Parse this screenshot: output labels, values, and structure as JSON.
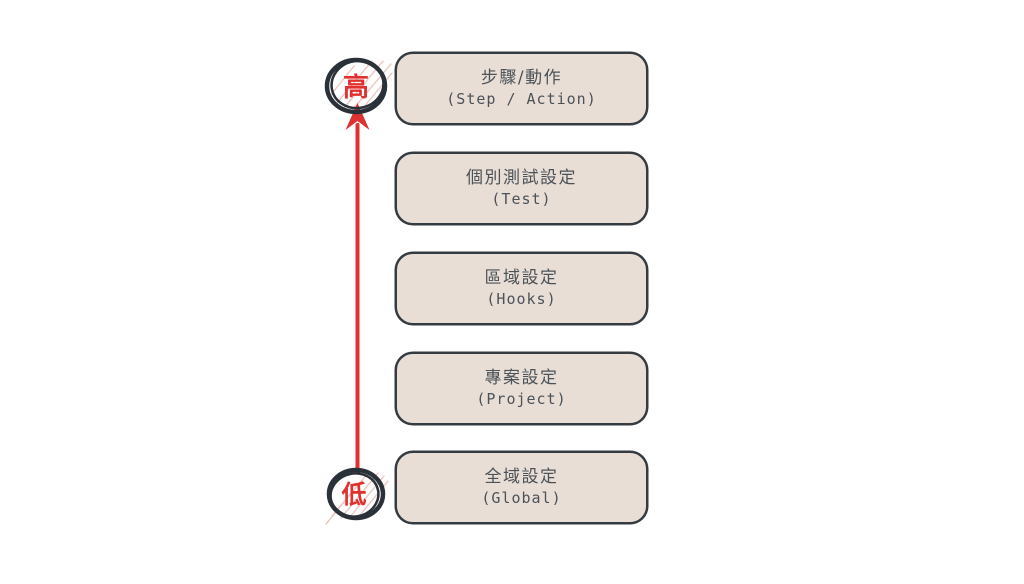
{
  "diagram": {
    "type": "priority-hierarchy",
    "nodes": [
      {
        "id": "step-action",
        "title_zh": "步驟/動作",
        "subtitle": "(Step / Action)"
      },
      {
        "id": "test",
        "title_zh": "個別測試設定",
        "subtitle": "(Test)"
      },
      {
        "id": "hooks",
        "title_zh": "區域設定",
        "subtitle": "(Hooks)"
      },
      {
        "id": "project",
        "title_zh": "專案設定",
        "subtitle": "(Project)"
      },
      {
        "id": "global",
        "title_zh": "全域設定",
        "subtitle": "(Global)"
      }
    ],
    "priority_axis": {
      "high_label": "高",
      "low_label": "低",
      "direction": "up"
    },
    "colors": {
      "background": "#ffffff",
      "node_fill": "#e9ded6",
      "node_border": "#343b41",
      "node_text": "#4b5258",
      "arrow_red": "#e03131",
      "marker_stroke": "#2b3138",
      "hachure_pink": "#edc8c1"
    }
  }
}
